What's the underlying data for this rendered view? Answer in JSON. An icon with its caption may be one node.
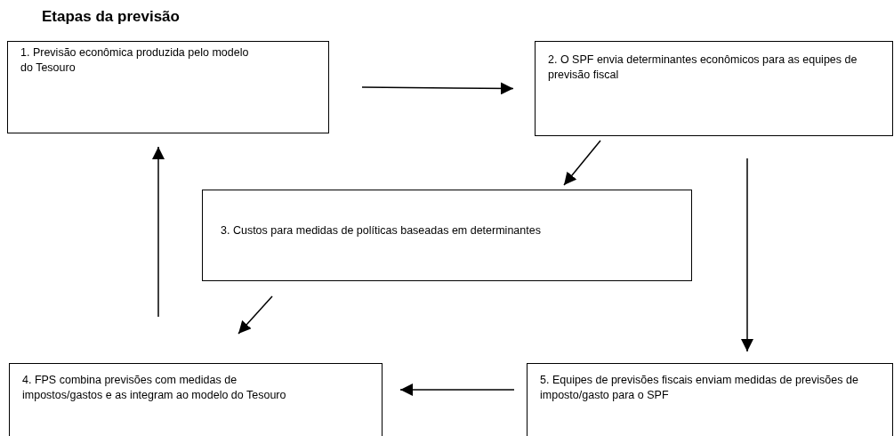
{
  "diagram": {
    "title": "Etapas da previsão",
    "nodes": [
      {
        "text": [
          "1. Previsão econômica produzida pelo modelo do Tesouro"
        ]
      },
      {
        "text": [
          "2. O SPF envia determinantes econômicos para as equipes de previsão fiscal"
        ]
      },
      {
        "text": [
          "3. Custos para medidas de políticas baseadas em determinantes"
        ]
      },
      {
        "text": [
          "4. FPS combina previsões com medidas de impostos/gastos e as integram ao modelo do Tesouro"
        ]
      },
      {
        "text": [
          "5. Equipes de previsões fiscais enviam medidas de previsões de imposto/gasto para o SPF"
        ]
      }
    ],
    "edges": [
      {
        "from": 0,
        "to": 1,
        "arrow": "to"
      },
      {
        "from": 1,
        "to": 2,
        "arrow": "to"
      },
      {
        "from": 1,
        "to": 4,
        "arrow": "to"
      },
      {
        "from": 2,
        "to": 3,
        "arrow": "to"
      },
      {
        "from": 4,
        "to": 3,
        "arrow": "to"
      },
      {
        "from": 3,
        "to": 0,
        "arrow": "to"
      }
    ]
  }
}
